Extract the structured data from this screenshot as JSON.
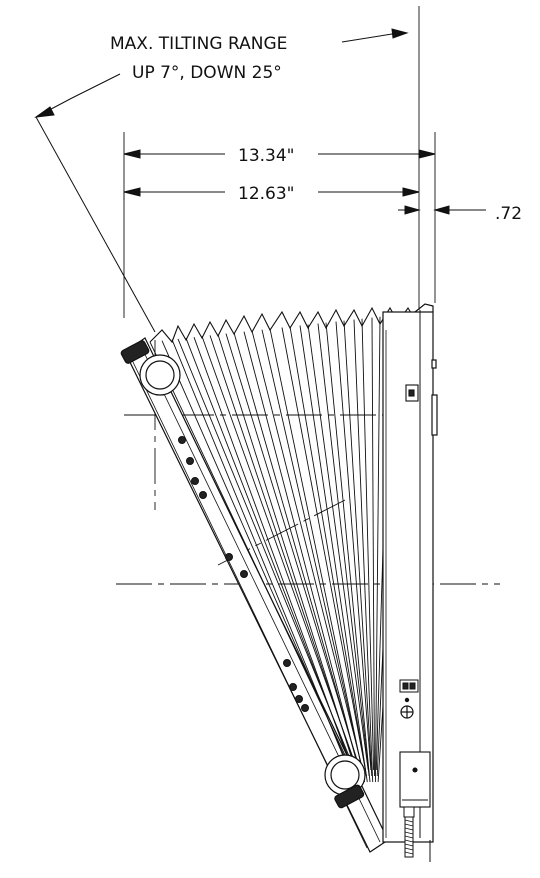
{
  "diagram": {
    "tilt_label_line1": "MAX. TILTING RANGE",
    "tilt_label_line2": "UP 7°, DOWN 25°",
    "dim_overall_width": "13.34\"",
    "dim_inner_width": "12.63\"",
    "dim_offset": ".72"
  }
}
